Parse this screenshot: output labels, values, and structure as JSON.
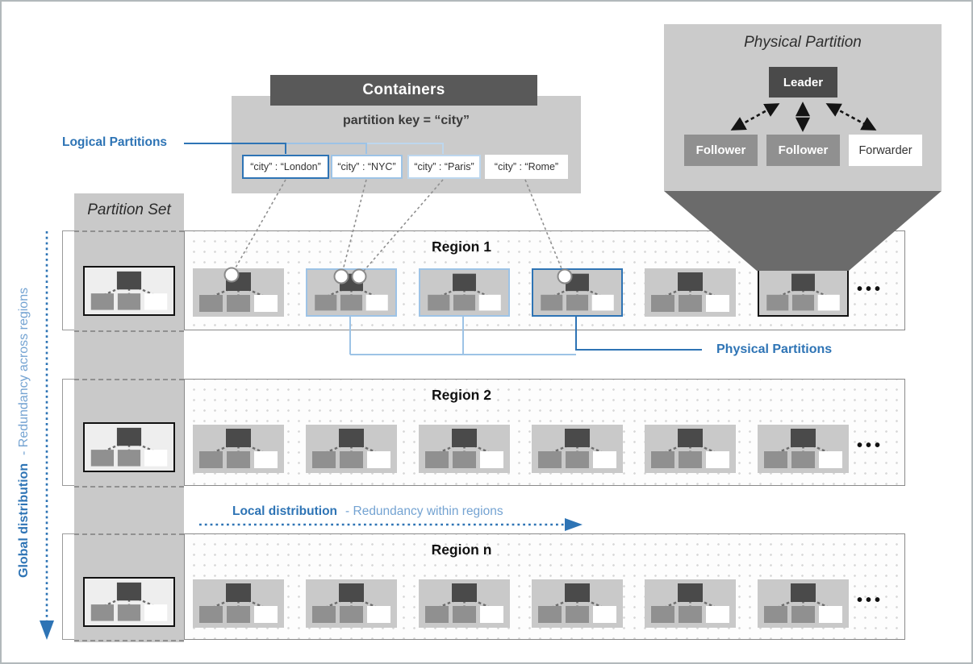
{
  "containers": {
    "title": "Containers",
    "partition_key": "partition key = “city”",
    "boxes": [
      {
        "label": "“city” : “London”",
        "border_color": "#2E74B5"
      },
      {
        "label": "“city” : “NYC”",
        "border_color": "#9DC3E6"
      },
      {
        "label": "“city” : “Paris”",
        "border_color": "#BDD7EE"
      },
      {
        "label": "“city” : “Rome”",
        "border_color": "none"
      }
    ]
  },
  "logical_partitions_label": "Logical Partitions",
  "physical_partition": {
    "title": "Physical Partition",
    "leader": "Leader",
    "members": [
      "Follower",
      "Follower",
      "Forwarder"
    ]
  },
  "partition_set": {
    "title": "Partition Set"
  },
  "regions": [
    {
      "name": "Region 1",
      "partition_set_icon": "black",
      "icons": [
        "plain-circle",
        "lightblue-2circles",
        "lightblue",
        "blue-circle",
        "plain",
        "black"
      ],
      "ellipsis": "•••"
    },
    {
      "name": "Region 2",
      "partition_set_icon": "black",
      "icons": [
        "plain",
        "plain",
        "plain",
        "plain",
        "plain",
        "plain"
      ],
      "ellipsis": "•••"
    },
    {
      "name": "Region n",
      "partition_set_icon": "black",
      "icons": [
        "plain",
        "plain",
        "plain",
        "plain",
        "plain",
        "plain"
      ],
      "ellipsis": "•••"
    }
  ],
  "physical_partitions_label": "Physical Partitions",
  "local_distribution": {
    "bold": "Local distribution",
    "rest": "- Redundancy within regions"
  },
  "global_distribution": {
    "bold": "Global distribution",
    "rest": "- Redundancy across regions"
  },
  "colors": {
    "accent_blue": "#2E74B5",
    "light_blue": "#9DC3E6",
    "lighter_blue": "#BDD7EE",
    "header_gray": "#595959",
    "panel_gray": "#cbcbcb",
    "band_gray": "#c9c9c9",
    "funnel_gray": "#6b6b6b",
    "leader_gray": "#4a4a4a",
    "follower_gray": "#909090"
  }
}
